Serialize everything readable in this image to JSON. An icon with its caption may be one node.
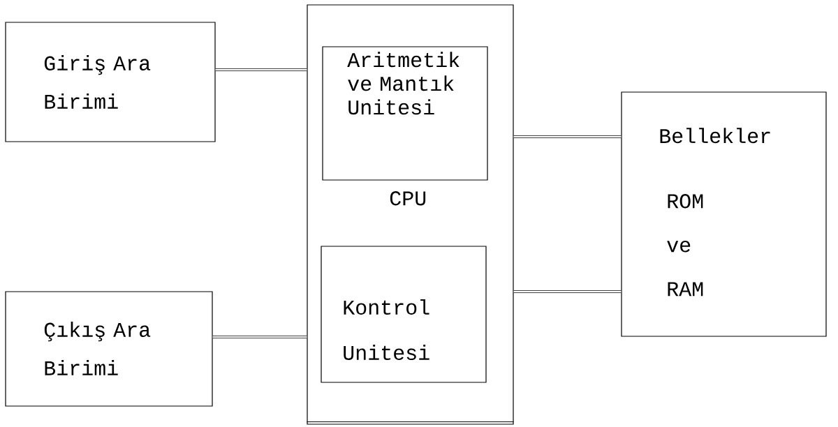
{
  "diagram": {
    "nodes": [
      {
        "text": [
          "Giriş Ara Birimi"
        ]
      },
      {
        "text": [
          "Çıkış Ara Birimi"
        ]
      },
      {
        "text": [
          "CPU"
        ]
      },
      {
        "text": [
          "Aritmetik ve Mantık Unitesi"
        ],
        "in": 2
      },
      {
        "text": [
          "Kontrol Unitesi"
        ],
        "in": 2
      },
      {
        "text": [
          "Bellekler",
          "ROM",
          "ve",
          "RAM"
        ]
      }
    ],
    "edges": [
      {
        "from": 0,
        "to": 2,
        "arrow": "none"
      },
      {
        "from": 1,
        "to": 2,
        "arrow": "none"
      },
      {
        "from": 2,
        "to": 5,
        "arrow": "none"
      },
      {
        "from": 2,
        "to": 5,
        "arrow": "none"
      }
    ]
  }
}
